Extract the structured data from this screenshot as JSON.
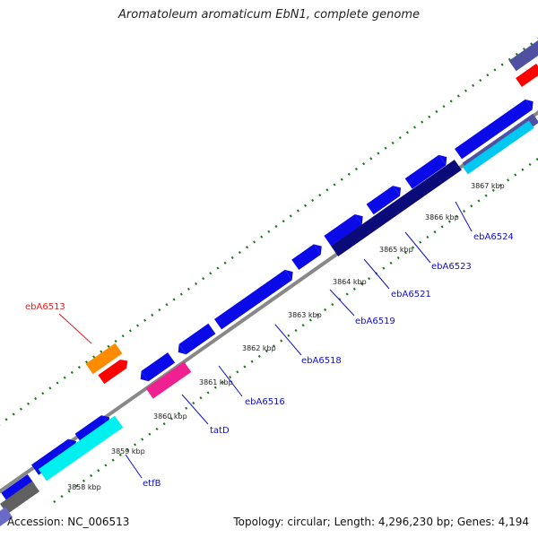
{
  "header": {
    "title": "Aromatoleum aromaticum EbN1, complete genome"
  },
  "footer": {
    "accession": "Accession: NC_006513",
    "summary": "Topology: circular; Length: 4,296,230 bp; Genes: 4,194"
  },
  "colors": {
    "backbone": "#888888",
    "ruler": "#1a7a1a",
    "label_blue": "#1010c8",
    "label_red": "#e02020"
  },
  "tick_labels": [
    "3858 kbp",
    "3859 kbp",
    "3860 kbp",
    "3861 kbp",
    "3862 kbp",
    "3863 kbp",
    "3864 kbp",
    "3865 kbp",
    "3866 kbp",
    "3867 kbp"
  ],
  "gene_labels": [
    {
      "text": "etfB",
      "color": "#1010c8"
    },
    {
      "text": "tatD",
      "color": "#1010c8"
    },
    {
      "text": "ebA6516",
      "color": "#1010c8"
    },
    {
      "text": "ebA6518",
      "color": "#1010c8"
    },
    {
      "text": "ebA6519",
      "color": "#1010c8"
    },
    {
      "text": "ebA6521",
      "color": "#1010c8"
    },
    {
      "text": "ebA6523",
      "color": "#1010c8"
    },
    {
      "text": "ebA6524",
      "color": "#1010c8"
    },
    {
      "text": "ebA6513",
      "color": "#e02020"
    }
  ]
}
